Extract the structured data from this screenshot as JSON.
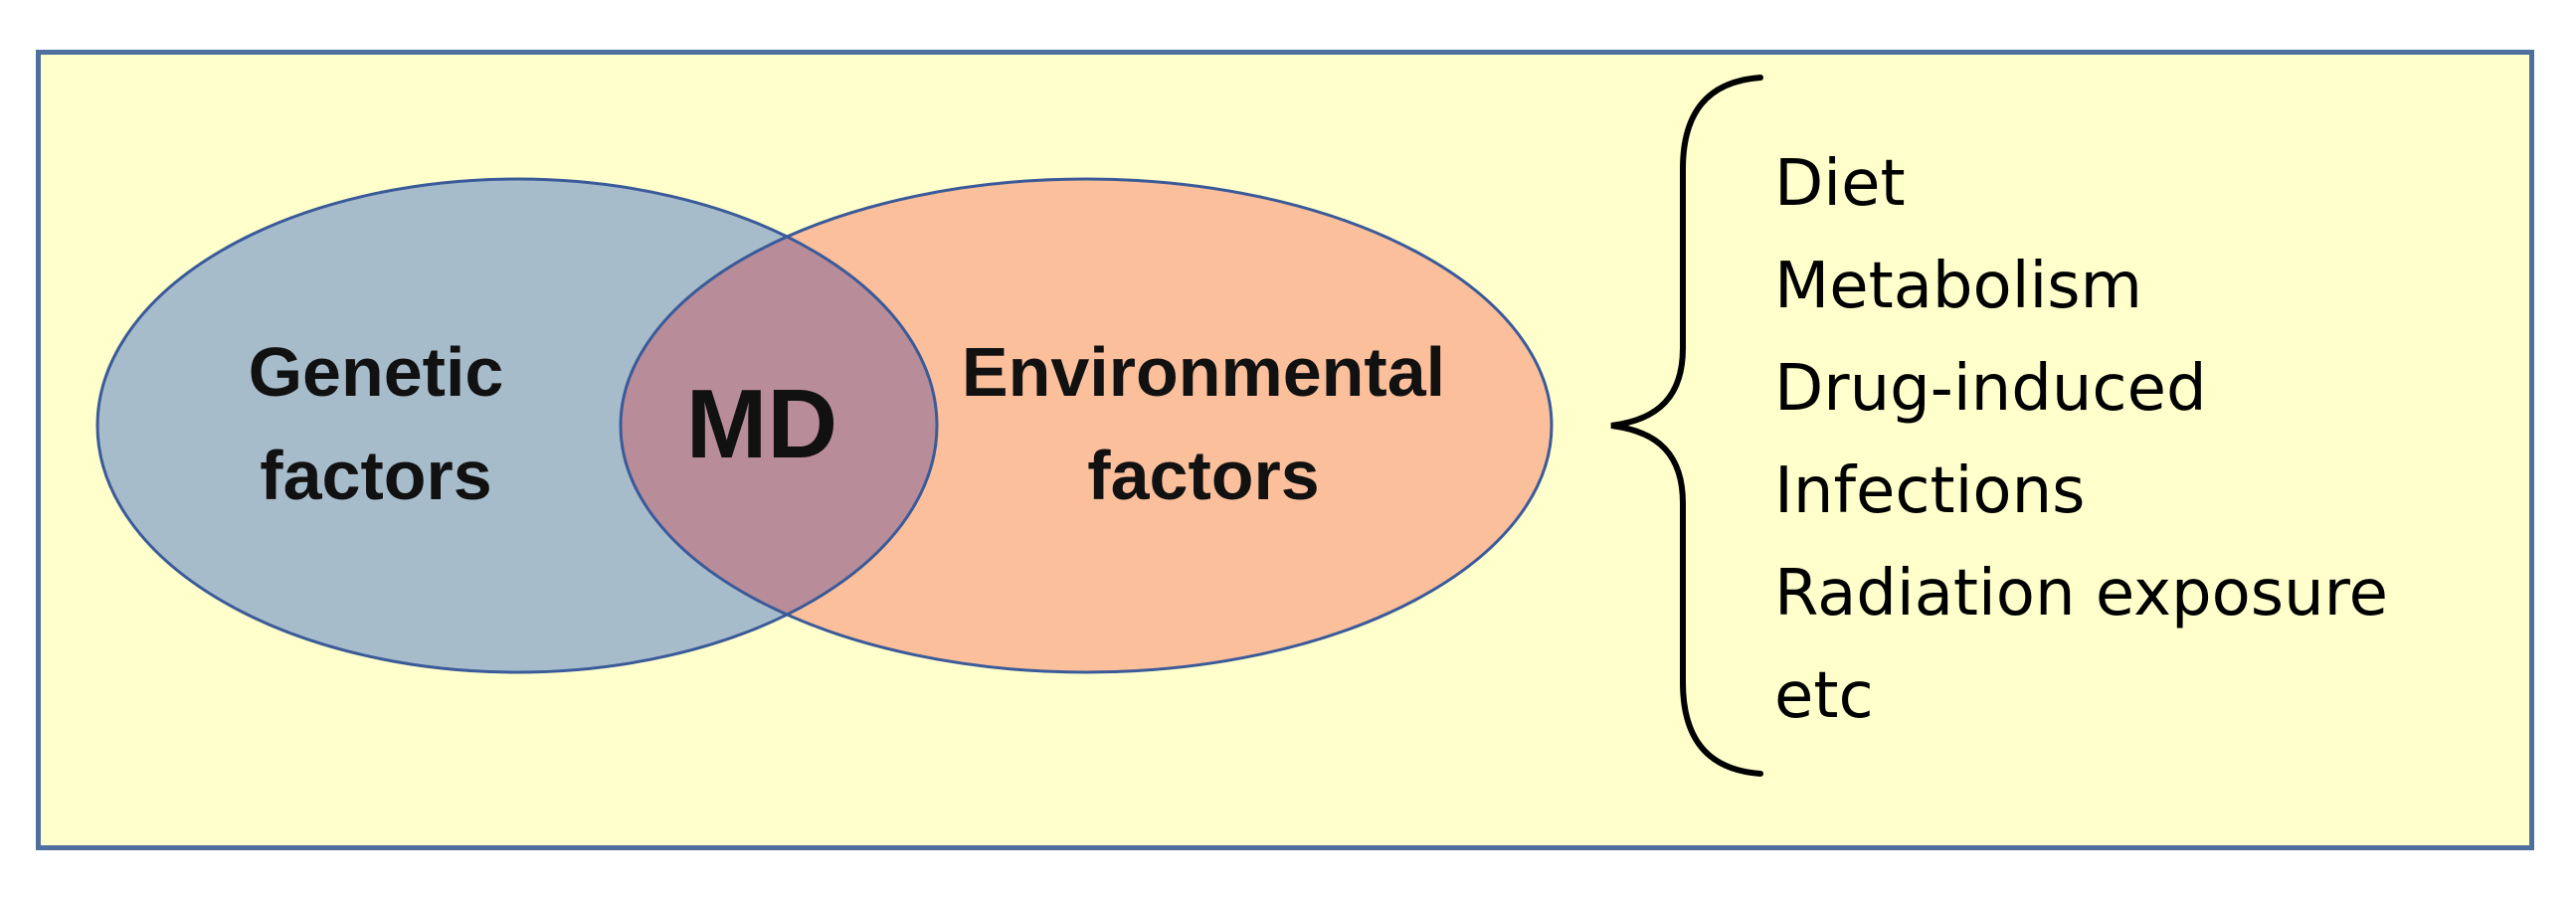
{
  "diagram": {
    "genetic": {
      "line1": "Genetic",
      "line2": "factors"
    },
    "environmental": {
      "line1": "Environmental",
      "line2": "factors"
    },
    "overlap_label": "MD",
    "environmental_examples": [
      "Diet",
      "Metabolism",
      "Drug-induced",
      "Infections",
      "Radiation exposure",
      "etc"
    ]
  },
  "colors": {
    "background": "#ffffcc",
    "frame_border": "#4f6f9f",
    "genetic_fill": "#a7bccb",
    "environmental_fill": "#fbbf9b",
    "overlap_fill": "#b88d99",
    "ellipse_stroke": "#3a5a99"
  }
}
